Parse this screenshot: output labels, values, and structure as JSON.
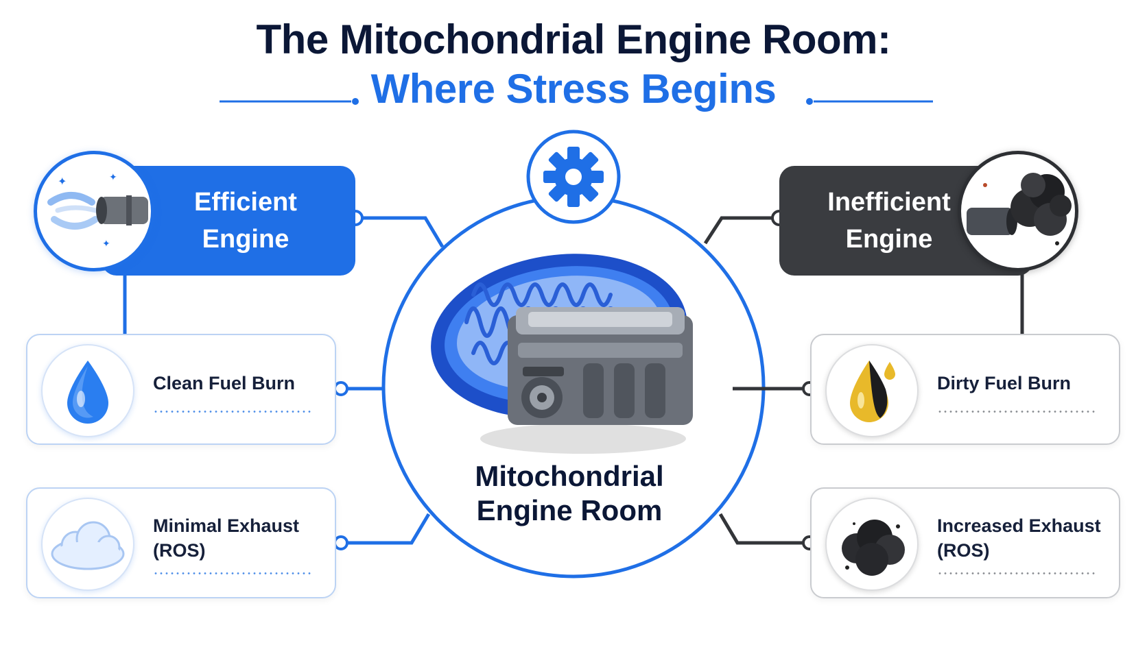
{
  "title": {
    "line1": "The Mitochondrial Engine Room:",
    "line2": "Where Stress Begins"
  },
  "center": {
    "label_line1": "Mitochondrial",
    "label_line2": "Engine Room"
  },
  "left": {
    "badge_line1": "Efficient",
    "badge_line2": "Engine",
    "cards": [
      {
        "label": "Clean Fuel Burn",
        "icon": "water-drop-icon"
      },
      {
        "label_line1": "Minimal Exhaust",
        "label_line2": "(ROS)",
        "icon": "cloud-icon"
      }
    ]
  },
  "right": {
    "badge_line1": "Inefficient",
    "badge_line2": "Engine",
    "cards": [
      {
        "label": "Dirty Fuel Burn",
        "icon": "oil-drop-icon"
      },
      {
        "label_line1": "Increased Exhaust",
        "label_line2": "(ROS)",
        "icon": "smoke-cloud-icon"
      }
    ]
  },
  "colors": {
    "accent": "#1f6fe6",
    "dark": "#0b1736",
    "dark_badge": "#3a3c40",
    "connector_dark": "#333539"
  }
}
